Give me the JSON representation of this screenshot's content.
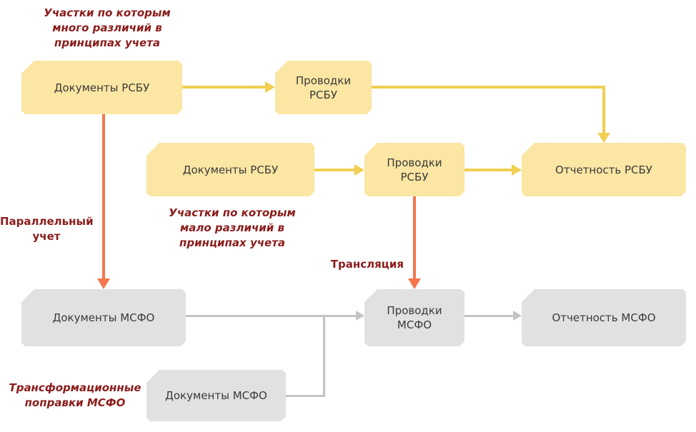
{
  "annotations": {
    "many_differences": "Участки по которым\nмного различий в\nпринципах учета",
    "few_differences": "Участки по которым\nмало различий в\nпринципах учета",
    "parallel_accounting": "Параллельный\nучет",
    "translation": "Трансляция",
    "transformation": "Трансформационные\nпоправки МСФО"
  },
  "nodes": {
    "rsbu_docs_top": "Документы РСБУ",
    "rsbu_postings_top": "Проводки\nРСБУ",
    "rsbu_docs_mid": "Документы РСБУ",
    "rsbu_postings_mid": "Проводки\nРСБУ",
    "rsbu_report": "Отчетность РСБУ",
    "msfo_docs": "Документы МСФО",
    "msfo_postings": "Проводки\nМСФО",
    "msfo_report": "Отчетность МСФО",
    "msfo_docs_bottom": "Документы МСФО"
  },
  "colors": {
    "yellow_box_fill": "#FBE6A3",
    "gray_box_fill": "#E1E1E1",
    "yellow_arrow": "#F0CF52",
    "orange_arrow": "#F3764D",
    "gray_arrow": "#C4C4C4",
    "annotation_text": "#8B1C1C",
    "box_text": "#3A3A3A",
    "background": "#FFFFFF"
  }
}
